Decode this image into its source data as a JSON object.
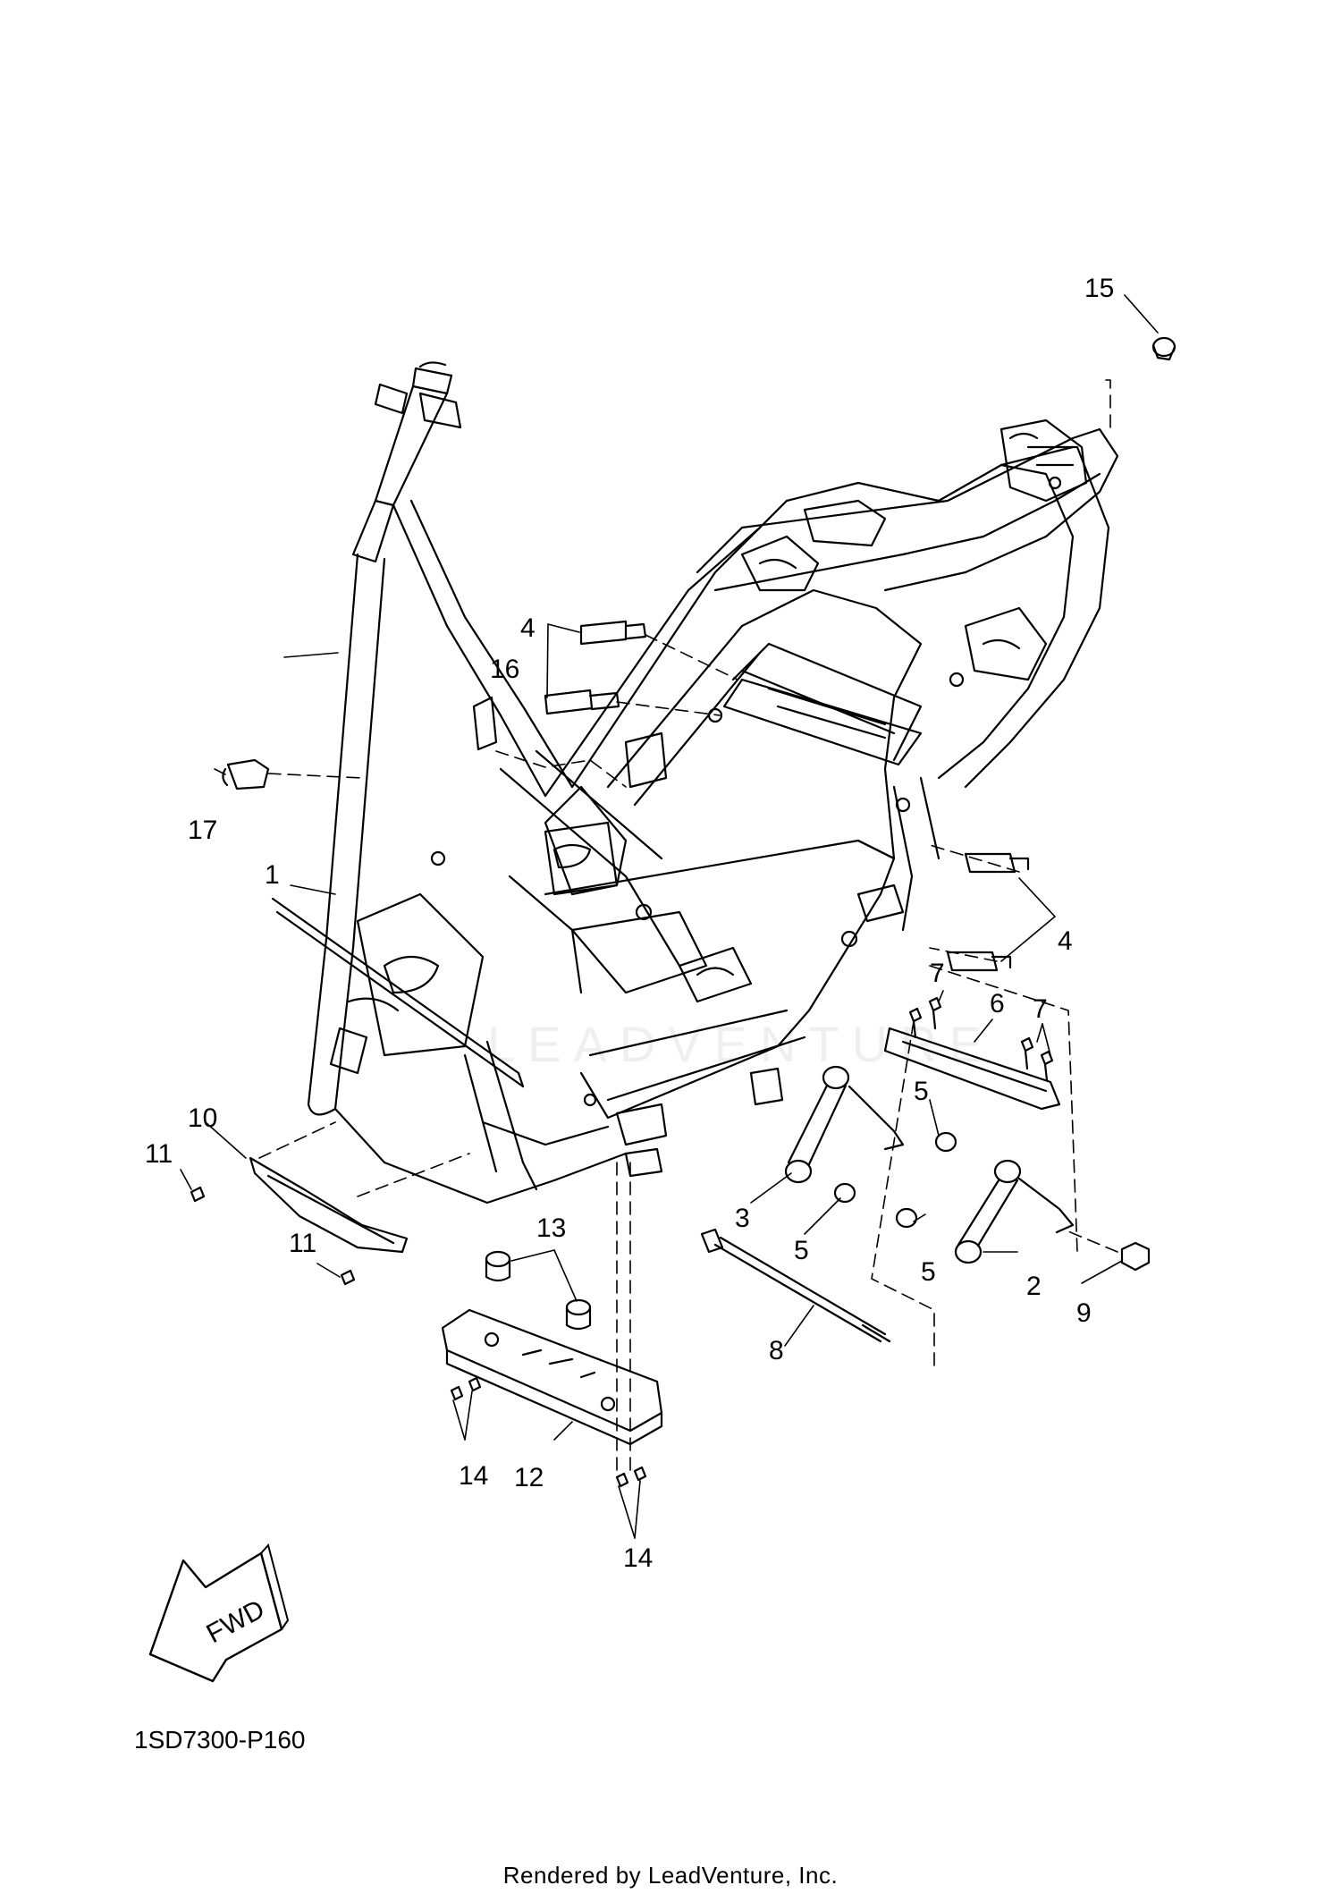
{
  "diagram": {
    "callouts": [
      {
        "id": "15",
        "label": "15"
      },
      {
        "id": "4a",
        "label": "4"
      },
      {
        "id": "16",
        "label": "16"
      },
      {
        "id": "17",
        "label": "17"
      },
      {
        "id": "1",
        "label": "1"
      },
      {
        "id": "4b",
        "label": "4"
      },
      {
        "id": "7a",
        "label": "7"
      },
      {
        "id": "6",
        "label": "6"
      },
      {
        "id": "7b",
        "label": "7"
      },
      {
        "id": "5a",
        "label": "5"
      },
      {
        "id": "10",
        "label": "10"
      },
      {
        "id": "11a",
        "label": "11"
      },
      {
        "id": "3",
        "label": "3"
      },
      {
        "id": "5b",
        "label": "5"
      },
      {
        "id": "13",
        "label": "13"
      },
      {
        "id": "11b",
        "label": "11"
      },
      {
        "id": "5c",
        "label": "5"
      },
      {
        "id": "2",
        "label": "2"
      },
      {
        "id": "9",
        "label": "9"
      },
      {
        "id": "8",
        "label": "8"
      },
      {
        "id": "14a",
        "label": "14"
      },
      {
        "id": "12",
        "label": "12"
      },
      {
        "id": "14b",
        "label": "14"
      }
    ],
    "fwd_label": "FWD",
    "watermark": "LEADVENTURE"
  },
  "diagram_code": "1SD7300-P160",
  "footer": "Rendered by LeadVenture, Inc."
}
